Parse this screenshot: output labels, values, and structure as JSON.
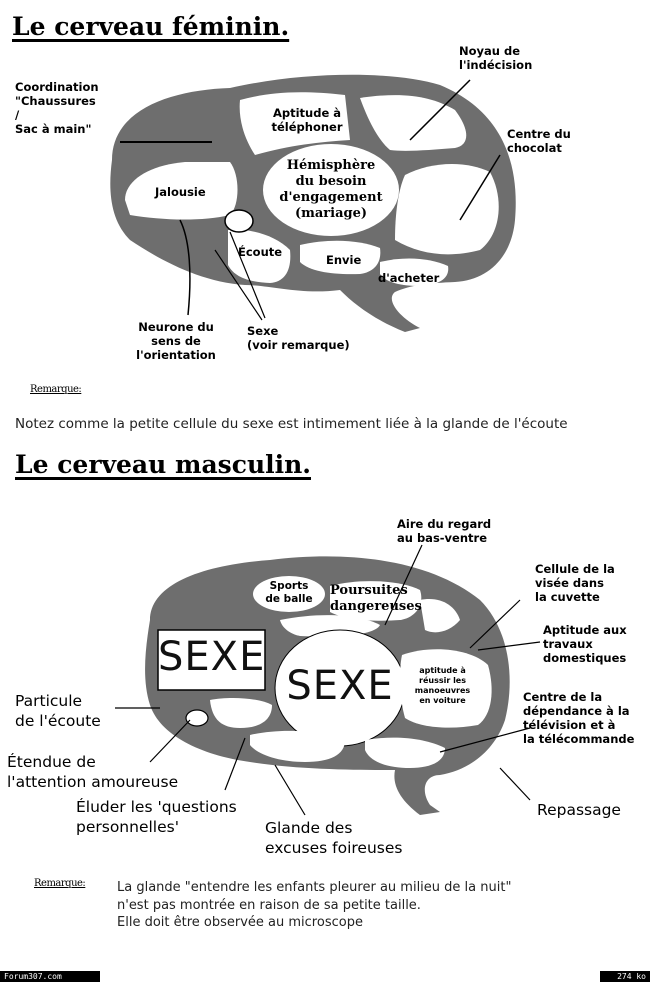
{
  "female": {
    "title": "Le cerveau féminin.",
    "labels": {
      "coordination": "Coordination\n\"Chaussures\n/\nSac à main\"",
      "noyau": "Noyau de\nl'indécision",
      "chocolat": "Centre du\nchocolat",
      "telephoner": "Aptitude à\ntéléphoner",
      "engagement": "Hémisphère\ndu besoin\nd'engagement\n(mariage)",
      "jalousie": "Jalousie",
      "ecoute": "Écoute",
      "envie": "Envie",
      "acheter": "d'acheter",
      "neurone": "Neurone du\nsens de\nl'orientation",
      "sexe": "Sexe\n(voir remarque)"
    },
    "remark_label": "Remarque:",
    "remark_text": "Notez comme la petite cellule du sexe est intimement liée à la glande de l'écoute"
  },
  "male": {
    "title": "Le cerveau masculin.",
    "sexe_small": "SEXE",
    "sexe_big": "SEXE",
    "labels": {
      "regard": "Aire du regard\nau bas-ventre",
      "cuvette": "Cellule de la\nvisée dans\nla cuvette",
      "travaux": "Aptitude aux\ntravaux\ndomestiques",
      "sports": "Sports\nde balle",
      "poursuites": "Poursuites\ndangereuses",
      "voiture": "aptitude à\nréussir les\nmanoeuvres\nen voiture",
      "dependance": "Centre de la\ndépendance à la\ntélévision et à\nla télécommande",
      "particule": "Particule\nde l'écoute",
      "etendue": "Étendue de\nl'attention amoureuse",
      "eluder": "Éluder les 'questions\npersonnelles'",
      "glande": "Glande des\nexcuses foireuses",
      "repassage": "Repassage"
    },
    "remark_label": "Remarque:",
    "remark_text": "La glande \"entendre les enfants pleurer au milieu de la nuit\"\nn'est pas montrée en raison de sa petite taille.\nElle doit être observée au microscope"
  },
  "footer": {
    "site": "Forum307.com",
    "size": "274 ko"
  },
  "colors": {
    "brain_gray": "#6e6e6e",
    "background": "#ffffff"
  }
}
